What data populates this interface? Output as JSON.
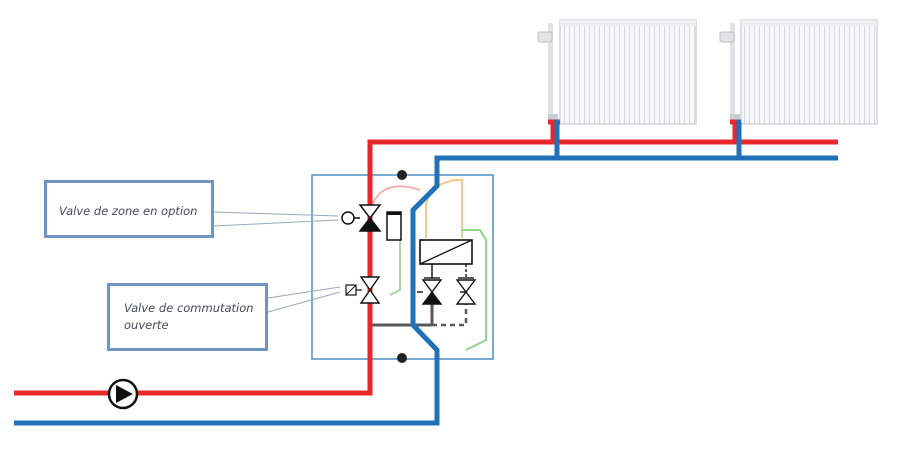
{
  "callouts": {
    "zone_valve": "Valve de zone en option",
    "switch_valve_line1": "Valve de commutation",
    "switch_valve_line2": "ouverte"
  },
  "colors": {
    "supply_pipe": "#e8262b",
    "return_pipe": "#2171b8",
    "module_border": "#4f8fc5",
    "callout_border": "#6f94c8",
    "radiator": "#f3f4f5"
  },
  "icons": [
    "pump-icon",
    "zone-valve-icon",
    "switching-valve-icon",
    "mixing-valve-icon",
    "radiator-icon"
  ]
}
